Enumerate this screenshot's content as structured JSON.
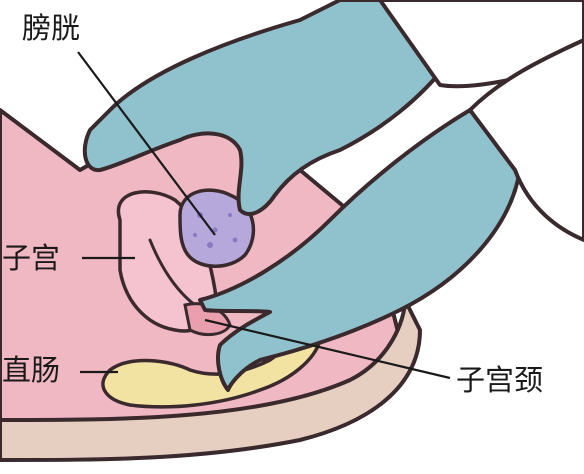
{
  "labels": {
    "bladder": "膀胱",
    "uterus": "子宫",
    "rectum": "直肠",
    "cervix": "子宫颈"
  },
  "colors": {
    "skin": "#f0b8c3",
    "glove": "#8fc2cc",
    "bladder": "#b7a8dc",
    "uterus": "#f5c3cf",
    "rectum": "#f2e3a2",
    "pelvic_band": "#e6cfc1",
    "outline": "#3a2a2e"
  }
}
